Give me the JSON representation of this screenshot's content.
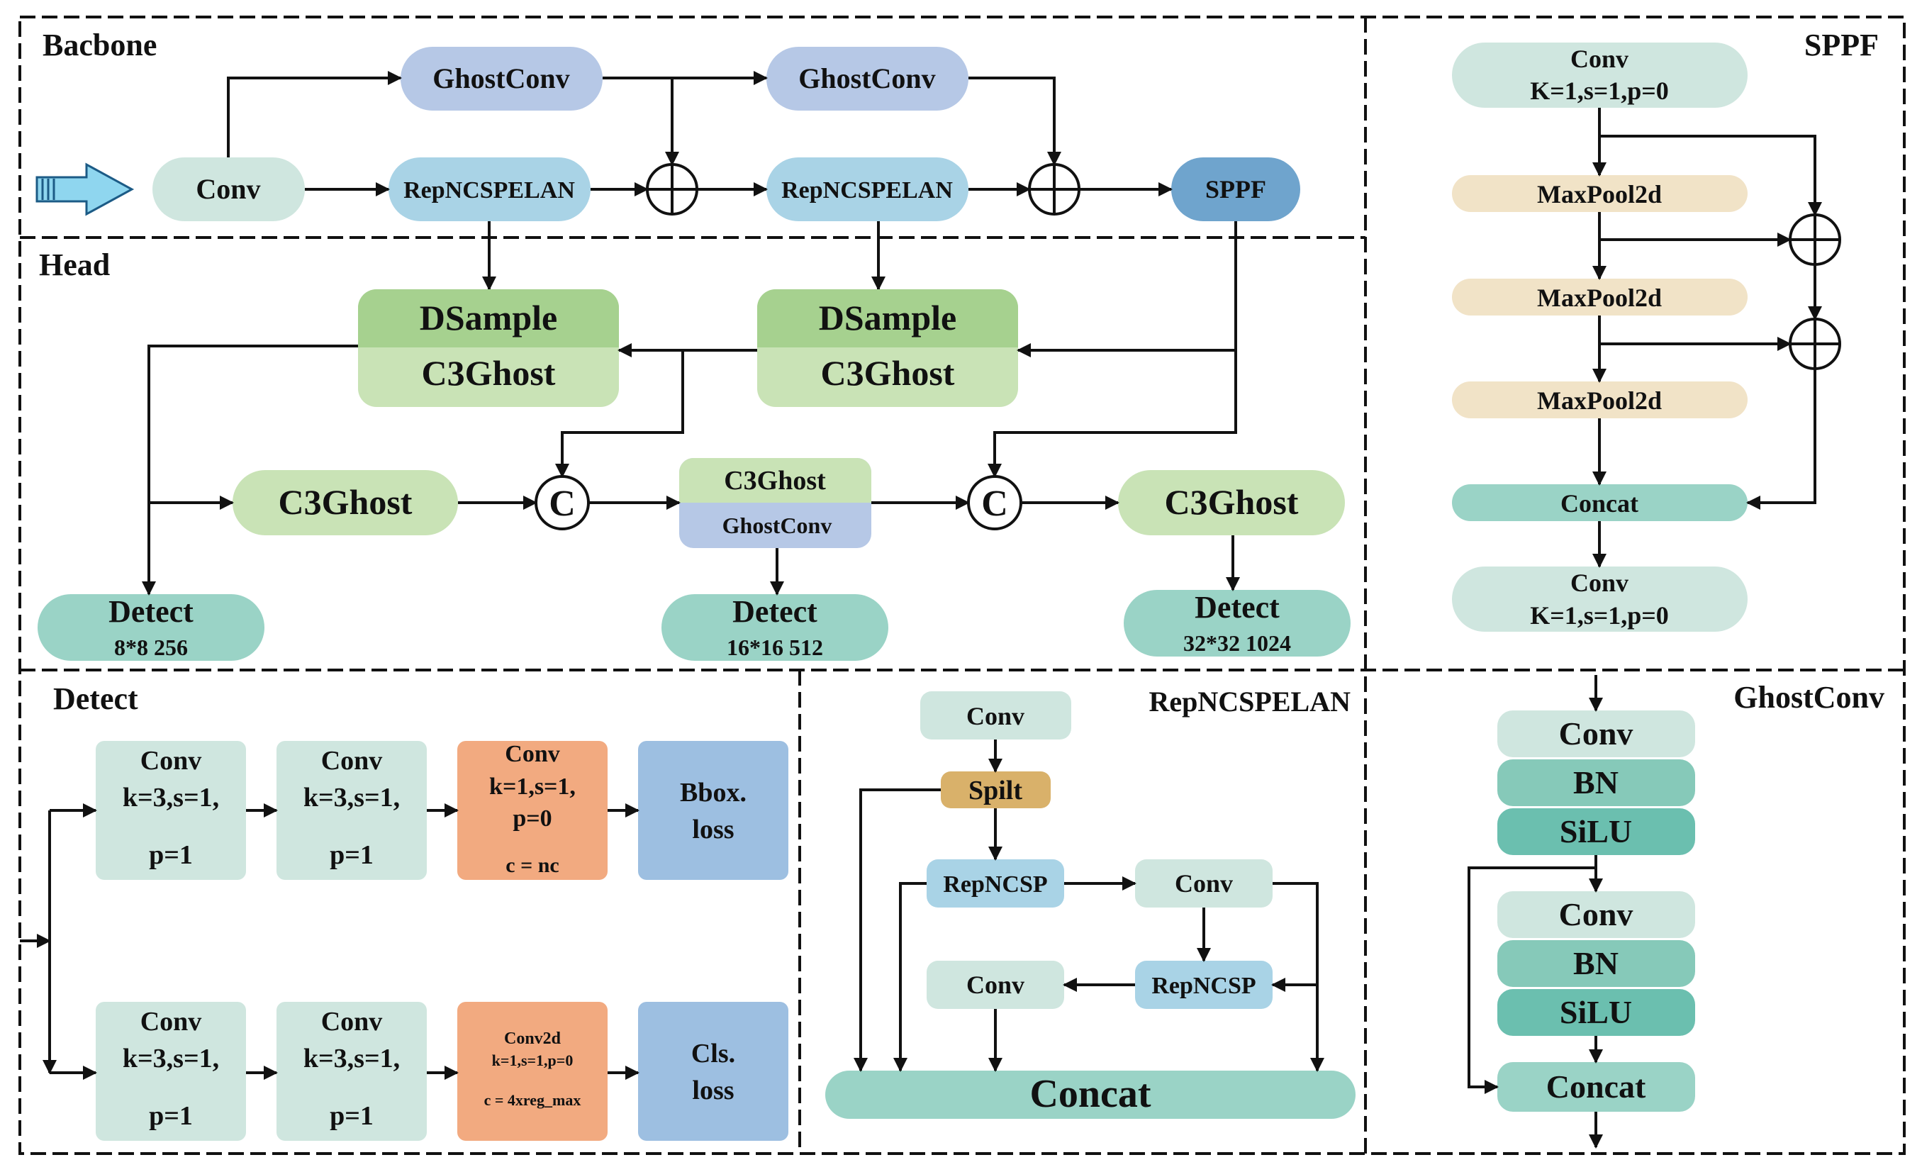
{
  "colors": {
    "mint": "#cfe6df",
    "lavender": "#b6c8e6",
    "sky": "#a9d3e6",
    "sppf_blue": "#6fa4cd",
    "green_dark": "#a6d18f",
    "green_light": "#c9e3b6",
    "teal": "#9ad3c6",
    "teal_mid": "#86c9b9",
    "teal_dark": "#6bbfaf",
    "beige": "#f1e3c7",
    "orange": "#f2aa80",
    "blue_loss": "#9dbfe1",
    "gold": "#d9b16a",
    "arrow_cyan": "#8fd6ef"
  },
  "sections": {
    "backbone": "Bacbone",
    "head": "Head",
    "sppf": "SPPF",
    "detect": "Detect",
    "repncspelan": "RepNCSPELAN",
    "ghostconv": "GhostConv"
  },
  "backbone": {
    "input_icon": "input-arrow-icon",
    "conv": "Conv",
    "ghostconv_1": "GhostConv",
    "ghostconv_2": "GhostConv",
    "repncspelan_1": "RepNCSPELAN",
    "repncspelan_2": "RepNCSPELAN",
    "sppf": "SPPF",
    "add_icon": "circle-plus-icon"
  },
  "head": {
    "dsample_1": "DSample",
    "c3ghost_top_1": "C3Ghost",
    "dsample_2": "DSample",
    "c3ghost_top_2": "C3Ghost",
    "c3ghost_left": "C3Ghost",
    "concat_symbol": "C",
    "c3ghost_mid": "C3Ghost",
    "ghostconv_mid": "GhostConv",
    "c3ghost_right": "C3Ghost",
    "detect_1_title": "Detect",
    "detect_1_sub": "8*8 256",
    "detect_2_title": "Detect",
    "detect_2_sub": "16*16 512",
    "detect_3_title": "Detect",
    "detect_3_sub": "32*32 1024"
  },
  "sppf_block": {
    "conv_top_l1": "Conv",
    "conv_top_l2": "K=1,s=1,p=0",
    "maxpool_1": "MaxPool2d",
    "maxpool_2": "MaxPool2d",
    "maxpool_3": "MaxPool2d",
    "concat": "Concat",
    "conv_bottom_l1": "Conv",
    "conv_bottom_l2": "K=1,s=1,p=0"
  },
  "detect_block": {
    "conv_l1": "Conv",
    "conv_l2": "k=3,s=1,",
    "conv_l3": "p=1",
    "conv_orange_top_l1": "Conv",
    "conv_orange_top_l2": "k=1,s=1,",
    "conv_orange_top_l3": "p=0",
    "conv_orange_top_l4": "c = nc",
    "conv_orange_bot_l1": "Conv2d",
    "conv_orange_bot_l2": "k=1,s=1,p=0",
    "conv_orange_bot_l3": "c = 4xreg_max",
    "bbox_l1": "Bbox.",
    "bbox_l2": "loss",
    "cls_l1": "Cls.",
    "cls_l2": "loss"
  },
  "rep_block": {
    "conv_top": "Conv",
    "split": "Spilt",
    "repncsp_1": "RepNCSP",
    "conv_right": "Conv",
    "repncsp_2": "RepNCSP",
    "conv_left": "Conv",
    "concat": "Concat"
  },
  "ghost_block": {
    "conv_1": "Conv",
    "bn_1": "BN",
    "silu_1": "SiLU",
    "conv_2": "Conv",
    "bn_2": "BN",
    "silu_2": "SiLU",
    "concat": "Concat"
  }
}
